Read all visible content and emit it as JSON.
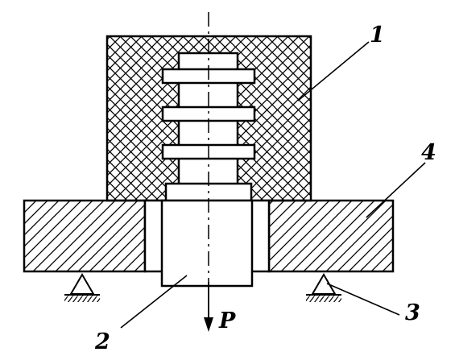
{
  "figure": {
    "colors": {
      "ink": "#000000",
      "paper": "#ffffff"
    },
    "labels": {
      "block": "1",
      "plunger": "2",
      "support": "3",
      "plate": "4",
      "force": "P"
    }
  }
}
